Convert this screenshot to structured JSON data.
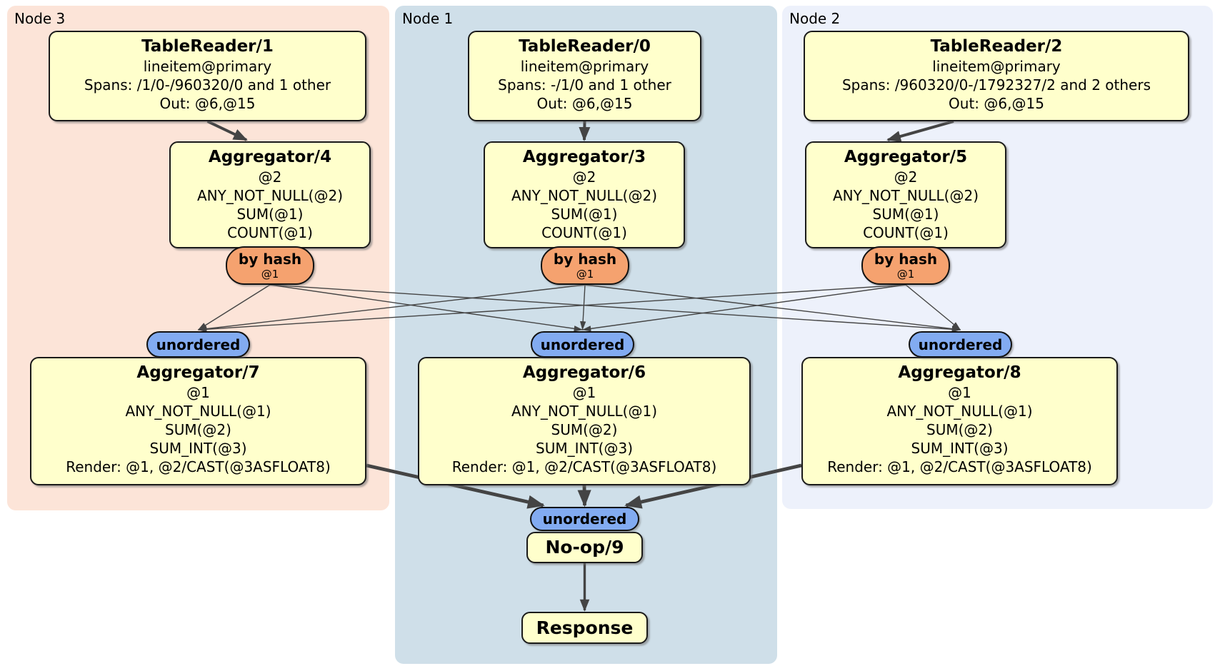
{
  "diagram": {
    "panels": [
      {
        "id": "node3",
        "label": "Node 3"
      },
      {
        "id": "node1",
        "label": "Node 1"
      },
      {
        "id": "node2",
        "label": "Node 2"
      }
    ],
    "processors": [
      {
        "id": "tr1",
        "title": "TableReader/1",
        "lines": [
          "lineitem@primary",
          "Spans: /1/0-/960320/0 and 1 other",
          "Out: @6,@15"
        ]
      },
      {
        "id": "tr0",
        "title": "TableReader/0",
        "lines": [
          "lineitem@primary",
          "Spans: -/1/0 and 1 other",
          "Out: @6,@15"
        ]
      },
      {
        "id": "tr2",
        "title": "TableReader/2",
        "lines": [
          "lineitem@primary",
          "Spans: /960320/0-/1792327/2 and 2 others",
          "Out: @6,@15"
        ]
      },
      {
        "id": "agg4",
        "title": "Aggregator/4",
        "lines": [
          "@2",
          "ANY_NOT_NULL(@2)",
          "SUM(@1)",
          "COUNT(@1)"
        ]
      },
      {
        "id": "agg3",
        "title": "Aggregator/3",
        "lines": [
          "@2",
          "ANY_NOT_NULL(@2)",
          "SUM(@1)",
          "COUNT(@1)"
        ]
      },
      {
        "id": "agg5",
        "title": "Aggregator/5",
        "lines": [
          "@2",
          "ANY_NOT_NULL(@2)",
          "SUM(@1)",
          "COUNT(@1)"
        ]
      },
      {
        "id": "agg7",
        "title": "Aggregator/7",
        "lines": [
          "@1",
          "ANY_NOT_NULL(@1)",
          "SUM(@2)",
          "SUM_INT(@3)",
          "Render: @1, @2/CAST(@3ASFLOAT8)"
        ]
      },
      {
        "id": "agg6",
        "title": "Aggregator/6",
        "lines": [
          "@1",
          "ANY_NOT_NULL(@1)",
          "SUM(@2)",
          "SUM_INT(@3)",
          "Render: @1, @2/CAST(@3ASFLOAT8)"
        ]
      },
      {
        "id": "agg8",
        "title": "Aggregator/8",
        "lines": [
          "@1",
          "ANY_NOT_NULL(@1)",
          "SUM(@2)",
          "SUM_INT(@3)",
          "Render: @1, @2/CAST(@3ASFLOAT8)"
        ]
      },
      {
        "id": "noop",
        "title": "No-op/9",
        "lines": []
      },
      {
        "id": "response",
        "title": "Response",
        "lines": []
      }
    ],
    "routers": [
      {
        "id": "byhash4",
        "label": "by hash",
        "detail": "@1"
      },
      {
        "id": "byhash3",
        "label": "by hash",
        "detail": "@1"
      },
      {
        "id": "byhash5",
        "label": "by hash",
        "detail": "@1"
      },
      {
        "id": "unordered7",
        "label": "unordered"
      },
      {
        "id": "unordered6",
        "label": "unordered"
      },
      {
        "id": "unordered8",
        "label": "unordered"
      },
      {
        "id": "unordered9",
        "label": "unordered"
      }
    ],
    "edges": [
      {
        "from": "tr1",
        "to": "agg4",
        "kind": "thick"
      },
      {
        "from": "tr0",
        "to": "agg3",
        "kind": "thick"
      },
      {
        "from": "tr2",
        "to": "agg5",
        "kind": "thick"
      },
      {
        "from": "byhash4",
        "to": "unordered7",
        "kind": "thin"
      },
      {
        "from": "byhash4",
        "to": "unordered6",
        "kind": "thin"
      },
      {
        "from": "byhash4",
        "to": "unordered8",
        "kind": "thin"
      },
      {
        "from": "byhash3",
        "to": "unordered7",
        "kind": "thin"
      },
      {
        "from": "byhash3",
        "to": "unordered6",
        "kind": "thin"
      },
      {
        "from": "byhash3",
        "to": "unordered8",
        "kind": "thin"
      },
      {
        "from": "byhash5",
        "to": "unordered7",
        "kind": "thin"
      },
      {
        "from": "byhash5",
        "to": "unordered6",
        "kind": "thin"
      },
      {
        "from": "byhash5",
        "to": "unordered8",
        "kind": "thin"
      },
      {
        "from": "agg7",
        "to": "unordered9",
        "kind": "thick2"
      },
      {
        "from": "agg6",
        "to": "unordered9",
        "kind": "thick2"
      },
      {
        "from": "agg8",
        "to": "unordered9",
        "kind": "thick2"
      },
      {
        "from": "noop",
        "to": "response",
        "kind": "medium"
      }
    ],
    "colors": {
      "processor_fill": "#FFFFCC",
      "hash_router_fill": "#F5A26F",
      "sync_fill": "#82ABF1",
      "node3_bg": "#FCE4D8",
      "node1_bg": "#CFDFE9",
      "node2_bg": "#EDF1FB",
      "edge_color": "#444444"
    }
  }
}
